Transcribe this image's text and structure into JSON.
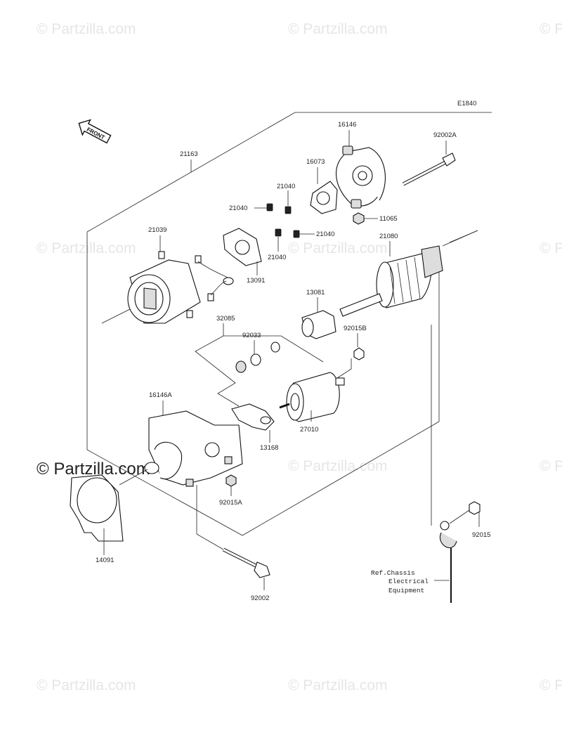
{
  "diagram": {
    "code": "E1840",
    "front_label": "FRONT",
    "watermark": "© Partzilla.com",
    "watermark_corner": "© Partzilla.com",
    "parts": {
      "p21163": "21163",
      "p16146": "16146",
      "p92002A": "92002A",
      "p16073": "16073",
      "p21040a": "21040",
      "p21040b": "21040",
      "p21040c": "21040",
      "p21040d": "21040",
      "p11065": "11065",
      "p21039": "21039",
      "p13091": "13091",
      "p21080": "21080",
      "p13081": "13081",
      "p32085": "32085",
      "p92033": "92033",
      "p92015B": "92015B",
      "p16146A": "16146A",
      "p27010": "27010",
      "p13168": "13168",
      "p92015A": "92015A",
      "p14091": "14091",
      "p92015": "92015",
      "p92002": "92002"
    },
    "reference": {
      "line1": "Ref.Chassis",
      "line2": "Electrical",
      "line3": "Equipment"
    }
  }
}
